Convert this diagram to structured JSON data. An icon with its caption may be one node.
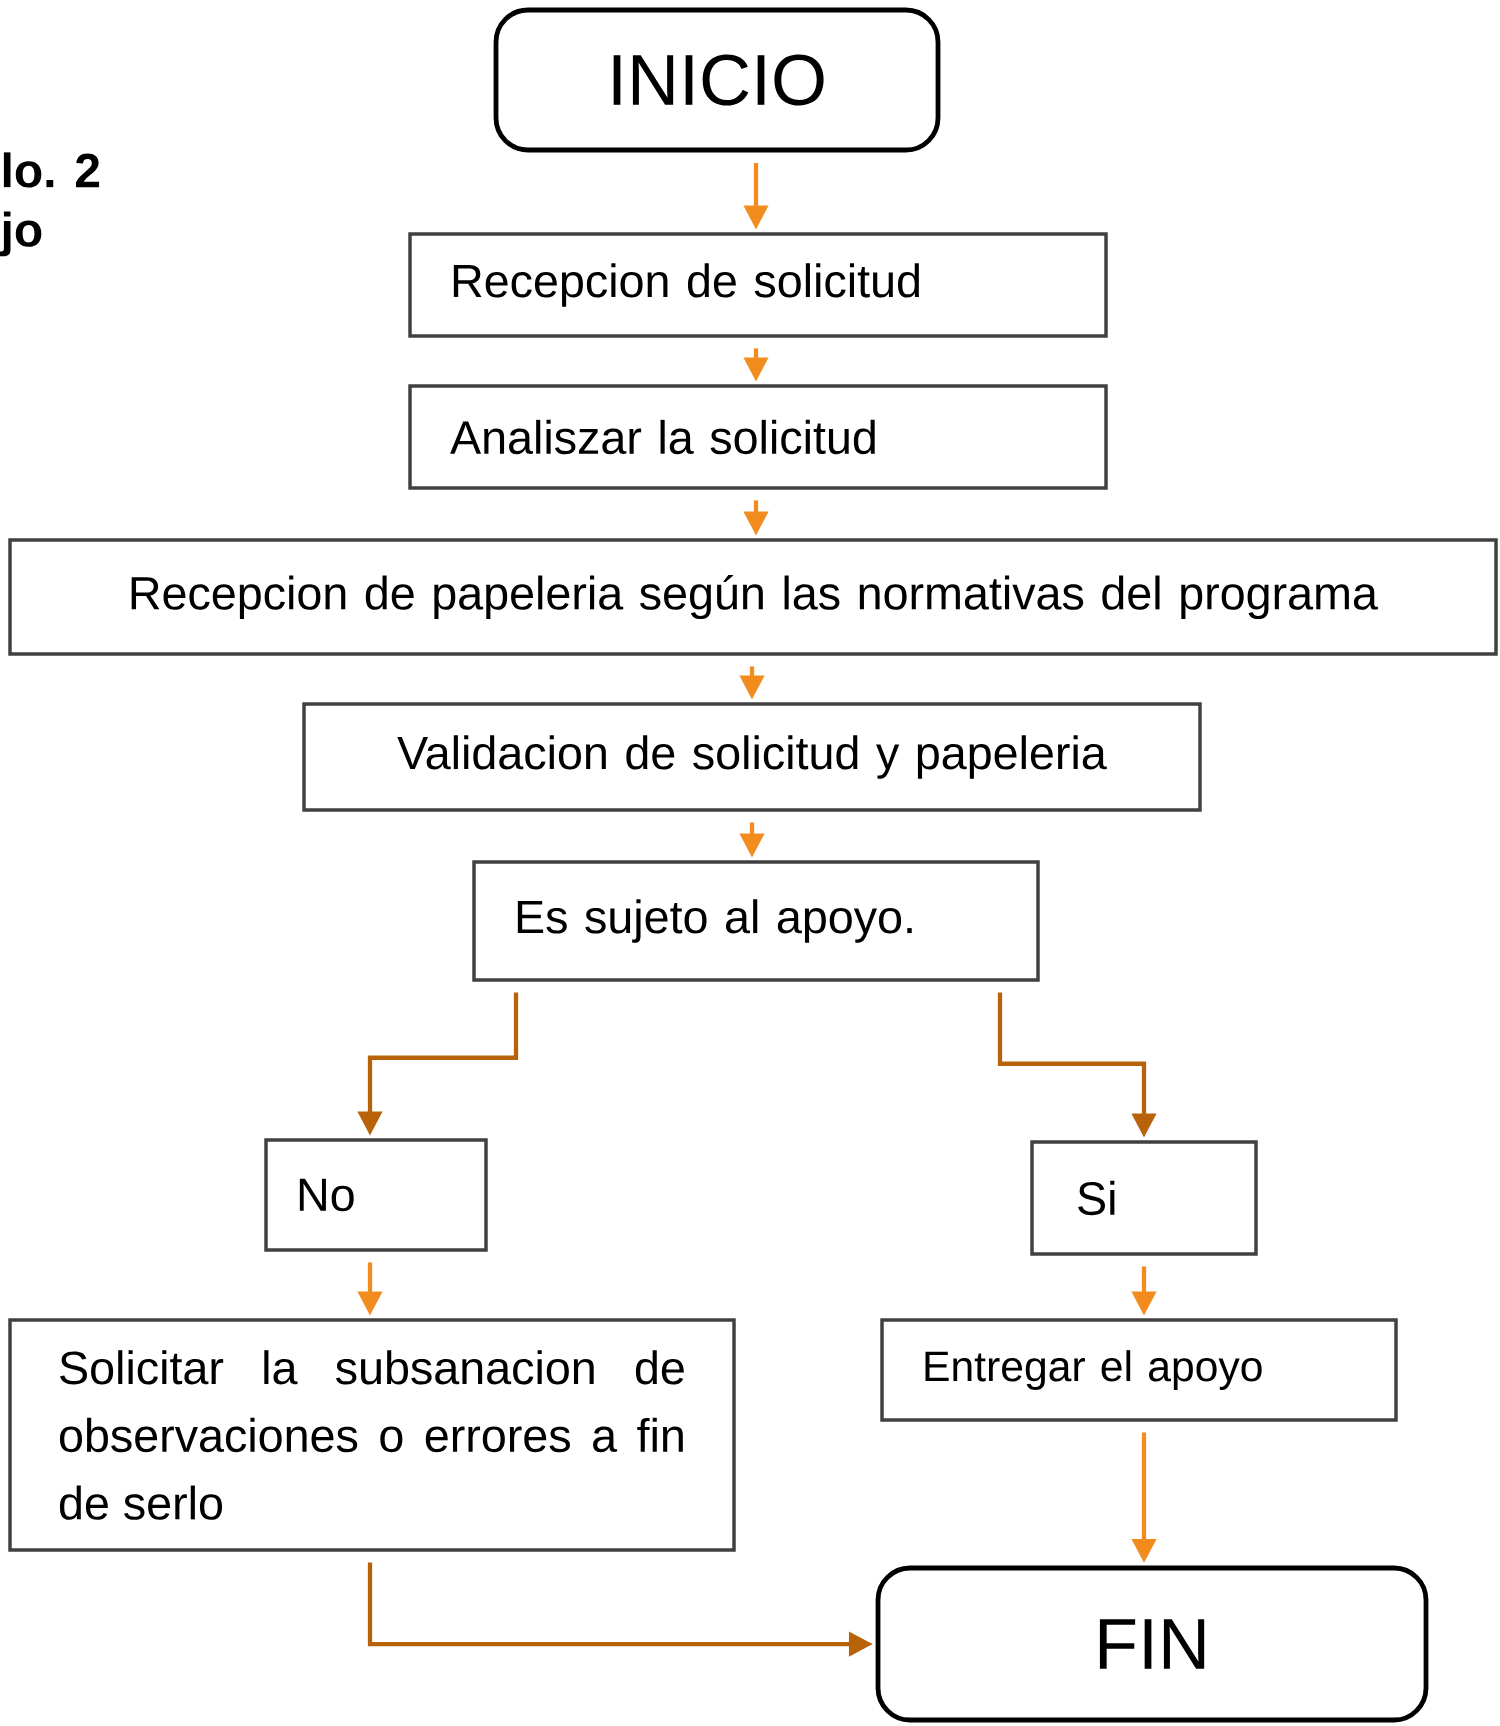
{
  "diagram": {
    "nodes": [
      {
        "text": [
          "INICIO"
        ]
      },
      {
        "text": [
          "Recepcion de solicitud"
        ]
      },
      {
        "text": [
          "Analiszar la solicitud"
        ]
      },
      {
        "text": [
          "Recepcion de papeleria según las normativas del programa"
        ]
      },
      {
        "text": [
          "Validacion de solicitud y papeleria"
        ]
      },
      {
        "text": [
          "Es sujeto al apoyo."
        ]
      },
      {
        "text": [
          "No"
        ]
      },
      {
        "text": [
          "Si"
        ]
      },
      {
        "text": [
          "Solicitar la subsanacion de observaciones o errores a fin de serlo"
        ]
      },
      {
        "text": [
          "Entregar el apoyo"
        ]
      },
      {
        "text": [
          "FIN"
        ]
      }
    ],
    "edges": [
      {
        "from": 0,
        "to": 1,
        "arrow": "to"
      },
      {
        "from": 1,
        "to": 2,
        "arrow": "to"
      },
      {
        "from": 2,
        "to": 3,
        "arrow": "to"
      },
      {
        "from": 3,
        "to": 4,
        "arrow": "to"
      },
      {
        "from": 4,
        "to": 5,
        "arrow": "to"
      },
      {
        "from": 5,
        "to": 6,
        "arrow": "to",
        "color": "#b8620a"
      },
      {
        "from": 5,
        "to": 7,
        "arrow": "to",
        "color": "#b8620a"
      },
      {
        "from": 6,
        "to": 8,
        "arrow": "to"
      },
      {
        "from": 7,
        "to": 9,
        "arrow": "to"
      },
      {
        "from": 9,
        "to": 10,
        "arrow": "to"
      },
      {
        "from": 8,
        "to": 10,
        "arrow": "to",
        "color": "#b8620a"
      }
    ],
    "labels": [
      "lo. 2",
      "jo"
    ]
  }
}
